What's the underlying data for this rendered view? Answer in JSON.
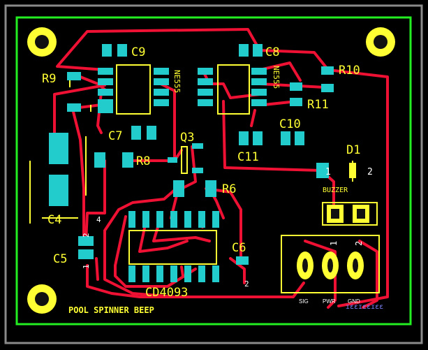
{
  "colors": {
    "board": "#000000",
    "outline_outer": "#8a8a8a",
    "outline_inner": "#22ee22",
    "copper": "#ee1133",
    "pad": "#22cccc",
    "silkscreen": "#ffff33",
    "hole": "#111111"
  },
  "title": "POOL SPINNER BEEP",
  "designators": {
    "c9": "C9",
    "c8": "C8",
    "c7": "C7",
    "c4": "C4",
    "c5": "C5",
    "c6": "C6",
    "c10": "C10",
    "c11": "C11",
    "r8": "R8",
    "r9": "R9",
    "r10": "R10",
    "r11": "R11",
    "r6": "R6",
    "q3": "Q3",
    "d1": "D1"
  },
  "chips": {
    "ne555_left": "NE555",
    "ne555_right": "NE555",
    "cd4093": "CD4093"
  },
  "labels": {
    "buzzer": "BUZZER"
  },
  "connector": {
    "sig": "SIG",
    "pwr": "PWR",
    "gnd": "GND",
    "pin1": "1",
    "pin2": "2"
  },
  "pins": {
    "one": "1",
    "two": "2",
    "four": "4",
    "d1_1": "1",
    "d1_2": "2"
  },
  "bottom_text": "ɪɛɛɪɛɛɪɛɛ"
}
